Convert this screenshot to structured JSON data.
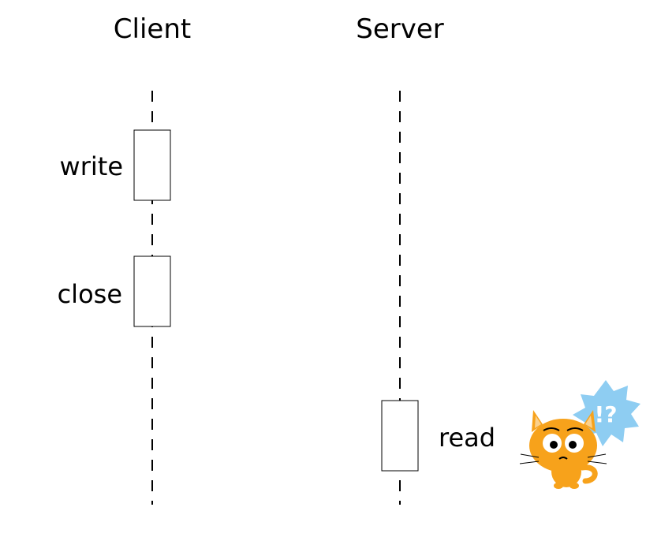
{
  "participants": {
    "client": "Client",
    "server": "Server"
  },
  "actions": {
    "write": "write",
    "close": "close",
    "read": "read"
  },
  "mascot": {
    "burst_text": "!?",
    "cat_color": "#F7A21B",
    "burst_color": "#8ECDF2"
  }
}
